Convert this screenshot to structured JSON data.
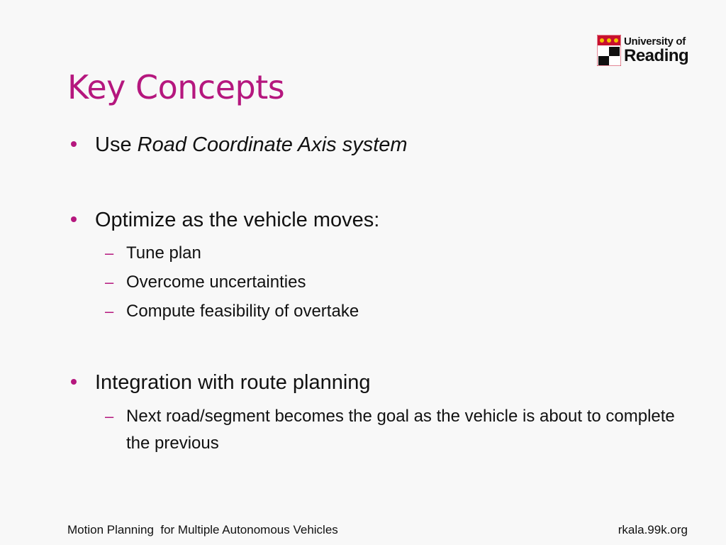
{
  "logo": {
    "line1": "University of",
    "line2": "Reading"
  },
  "title": "Key Concepts",
  "bullets": [
    {
      "prefix": "Use ",
      "italic": "Road Coordinate Axis system",
      "subs": []
    },
    {
      "text": "Optimize as the vehicle moves:",
      "subs": [
        "Tune plan",
        "Overcome uncertainties",
        "Compute feasibility of overtake"
      ]
    },
    {
      "text": "Integration with route planning",
      "subs": [
        "Next road/segment becomes the goal as the vehicle is about to complete the previous"
      ]
    }
  ],
  "footer": {
    "left": "Motion Planning  for Multiple Autonomous Vehicles",
    "right": "rkala.99k.org"
  },
  "colors": {
    "accent": "#b5177e",
    "text": "#111111",
    "background": "#f8f8f8"
  }
}
